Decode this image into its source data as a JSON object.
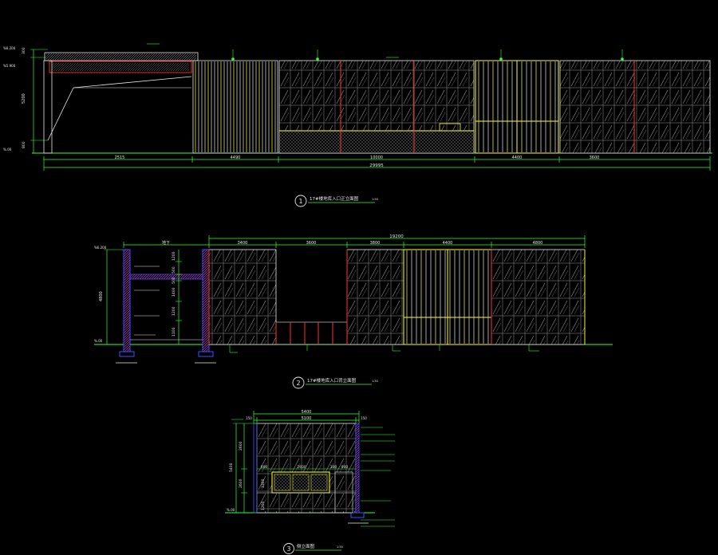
{
  "colors": {
    "background": "#000000",
    "line_white": "#e8e8e8",
    "line_green": "#33ff33",
    "line_cyan": "#33e0ff",
    "line_yellow": "#ffff33",
    "line_red": "#ff3333",
    "line_blue": "#3a55ff",
    "line_magenta": "#ff33ff",
    "glass_grey": "#9a9a9a"
  },
  "drawing1": {
    "number": "1",
    "title": "17#楼地库入口正立面图",
    "scale": "1:50",
    "dims_bottom": [
      "2515",
      "4490",
      "10000",
      "4400",
      "3600"
    ],
    "dim_total": "29995",
    "dim_left_height": "5200",
    "dim_left_top": "300",
    "dim_left_bottom": "800",
    "elev_top": "%6.200",
    "elev_mid": "%5.900",
    "elev_ground": "%.00"
  },
  "drawing2": {
    "number": "2",
    "title": "17#楼地库入口背立面图",
    "scale": "1:50",
    "dims_top": [
      "3400",
      "3600",
      "3800",
      "4400",
      "4800"
    ],
    "dim_total": "19200",
    "dim_section": "地下",
    "dims_right_stack": [
      "1200",
      "500",
      "500",
      "1400",
      "1200",
      "1100"
    ],
    "dim_left": "4800",
    "elev_top": "%6.200",
    "elev_ground": "%.00"
  },
  "drawing3": {
    "number": "3",
    "title": "侧立面图",
    "scale": "1:50",
    "dim_total": "5400",
    "dim_inner": "5100",
    "dim_edge": "150",
    "dims_inner_row": [
      "600",
      "2930",
      "300",
      "900"
    ],
    "dims_left_stack": [
      "2600",
      "2600"
    ],
    "dim_left": "5400",
    "dims_left_lower": [
      "3300",
      "1200"
    ],
    "elev_ground": "%.00"
  }
}
